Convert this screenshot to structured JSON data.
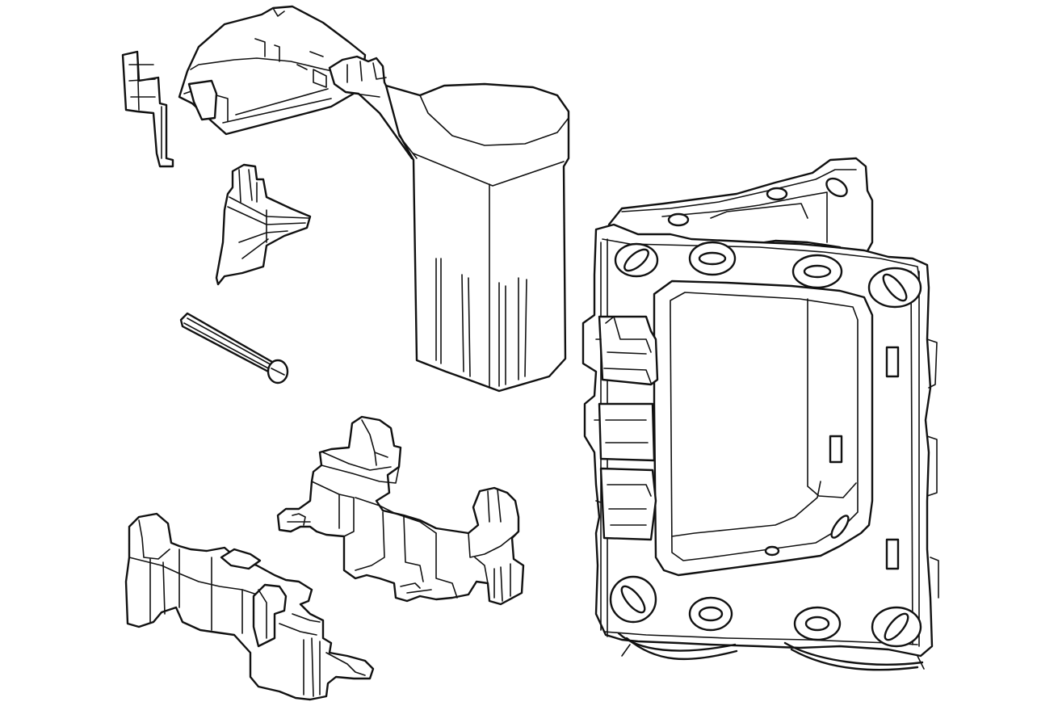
{
  "diagram": {
    "style": "black line art on white background",
    "line_color": "#111111",
    "background_color": "#ffffff",
    "parts": [
      "funnel-bracket-assembly",
      "small-clip-bracket",
      "slotted-screw",
      "mounting-clamp-right",
      "mounting-clamp-left",
      "mounting-frame"
    ]
  }
}
